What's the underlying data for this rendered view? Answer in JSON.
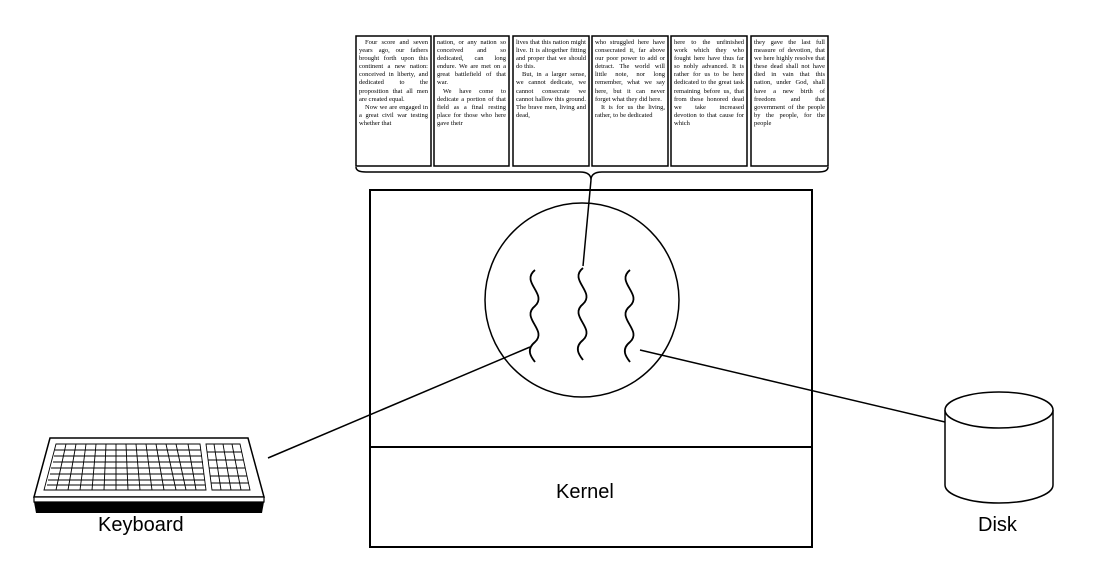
{
  "labels": {
    "keyboard": "Keyboard",
    "kernel": "Kernel",
    "disk": "Disk"
  },
  "document": {
    "columns": [
      {
        "paragraphs": [
          "Four score and seven years ago, our fathers brought forth upon this continent a new nation: conceived in liberty, and dedicated to the proposition that all men are created equal.",
          "Now we are engaged in a great civil war testing whether that"
        ]
      },
      {
        "paragraphs": [
          "nation, or any nation so conceived and so dedicated, can long endure. We are met on a great battlefield of that war.",
          "We have come to dedicate a portion of that field as a final resting place for those who here gave their"
        ]
      },
      {
        "paragraphs": [
          "lives that this nation might live. It is altogether fitting and proper that we should do this.",
          "But, in a larger sense, we cannot dedicate, we cannot consecrate we cannot hallow this ground. The brave men, living and dead,"
        ]
      },
      {
        "paragraphs": [
          "who struggled here have consecrated it, far above our poor power to add or detract. The world will little note, nor long remember, what we say here, but it can never forget what they did here.",
          "It is for us the living, rather, to be dedicated"
        ]
      },
      {
        "paragraphs": [
          "here to the unfinished work which they who fought here have thus far so nobly advanced. It is rather for us to be here dedicated to the great task remaining before us, that from these honored dead we take increased devotion to that cause for which"
        ]
      },
      {
        "paragraphs": [
          "they gave the last full measure of devotion, that we here highly resolve that these dead shall not have died in vain that this nation, under God, shall have a new birth of freedom and that government of the people by the people, for the people"
        ]
      }
    ]
  },
  "icons": {
    "keyboard": "keyboard-icon",
    "disk": "disk-icon",
    "process": "thread-squiggle-icon"
  },
  "colors": {
    "stroke": "#000000",
    "background": "#ffffff"
  }
}
